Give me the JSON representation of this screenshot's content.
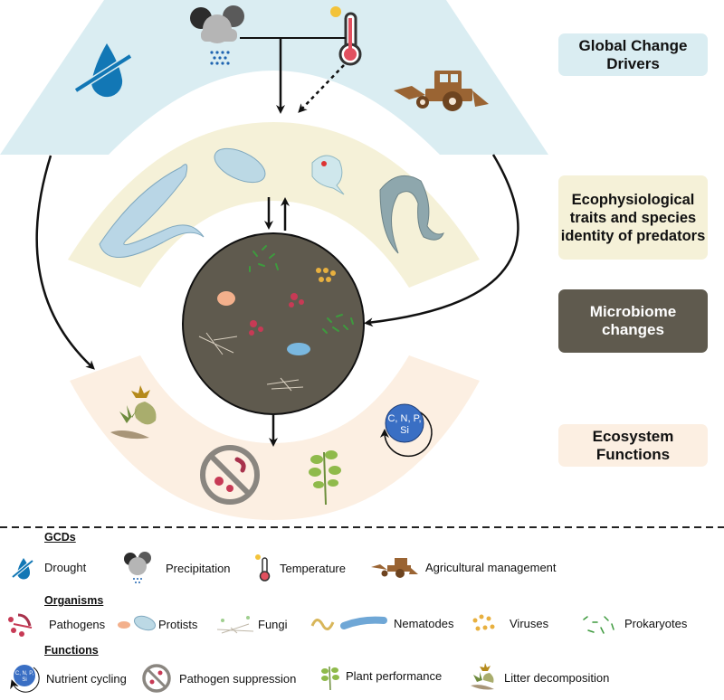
{
  "panels": {
    "global_change_drivers": "Global Change\nDrivers",
    "predator_traits": "Ecophysiological\ntraits and species\nidentity of predators",
    "microbiome_changes": "Microbiome\nchanges",
    "ecosystem_functions": "Ecosystem\nFunctions"
  },
  "nutrient_badge": {
    "line1": "C, N, P,",
    "line2": "Si"
  },
  "legend": {
    "gcds": {
      "heading": "GCDs",
      "items": [
        {
          "icon": "drought-icon",
          "label": "Drought"
        },
        {
          "icon": "precipitation-icon",
          "label": "Precipitation"
        },
        {
          "icon": "temperature-icon",
          "label": "Temperature"
        },
        {
          "icon": "tractor-icon",
          "label": "Agricultural management"
        }
      ]
    },
    "organisms": {
      "heading": "Organisms",
      "items": [
        {
          "icon": "pathogens-icon",
          "label": "Pathogens"
        },
        {
          "icon": "protists-icon",
          "label": "Protists"
        },
        {
          "icon": "fungi-icon",
          "label": "Fungi"
        },
        {
          "icon": "nematodes-icon",
          "label": "Nematodes"
        },
        {
          "icon": "viruses-icon",
          "label": "Viruses"
        },
        {
          "icon": "prokaryotes-icon",
          "label": "Prokaryotes"
        }
      ]
    },
    "functions": {
      "heading": "Functions",
      "items": [
        {
          "icon": "nutrient-cycling-icon",
          "label": "Nutrient cycling"
        },
        {
          "icon": "pathogen-suppression-icon",
          "label": "Pathogen suppression"
        },
        {
          "icon": "plant-performance-icon",
          "label": "Plant performance"
        },
        {
          "icon": "litter-decomposition-icon",
          "label": "Litter decomposition"
        }
      ]
    },
    "legend_nutrient_badge": {
      "line1": "C, N, P,",
      "line2": "Si"
    }
  },
  "colors": {
    "gcd_band": "#daedf2",
    "predator_band": "#f5f1d8",
    "microbiome_circle": "#5f5a4e",
    "function_band": "#fcefe2",
    "drought_blue": "#1277b5",
    "nutrient_blue": "#3a6fc4",
    "tractor_brown": "#9a6433",
    "thermo_red": "#e2505f"
  }
}
